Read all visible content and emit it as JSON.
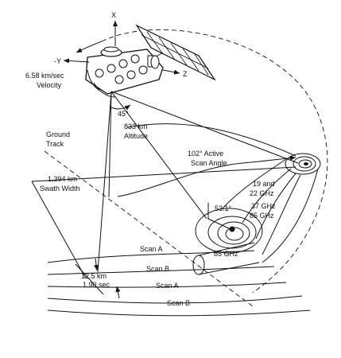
{
  "axes": {
    "x": "X",
    "y": "-Y",
    "z": "Z"
  },
  "velocity": {
    "line1": "6.58 km/sec",
    "line2": "Velocity"
  },
  "angle_45": "45°",
  "altitude": {
    "line1": "833 km",
    "line2": "Altitude"
  },
  "ground_track": {
    "line1": "Ground",
    "line2": "Track"
  },
  "scan_angle": {
    "line1": "102° Active",
    "line2": "Scan Angle"
  },
  "swath": {
    "line1": "1,394 km",
    "line2": "Swath Width"
  },
  "freq_19_22": {
    "line1": "19 and",
    "line2": "22 GHz"
  },
  "angle_531": "53.1°",
  "freq_37": "37 GHz",
  "freq_85_upper": "85 GHz",
  "freq_85_lower": "85 GHz",
  "scans": [
    "Scan A",
    "Scan B",
    "Scan A",
    "Scan B"
  ],
  "spacing": {
    "line1": "12.5 km",
    "line2": "1.90 sec"
  }
}
